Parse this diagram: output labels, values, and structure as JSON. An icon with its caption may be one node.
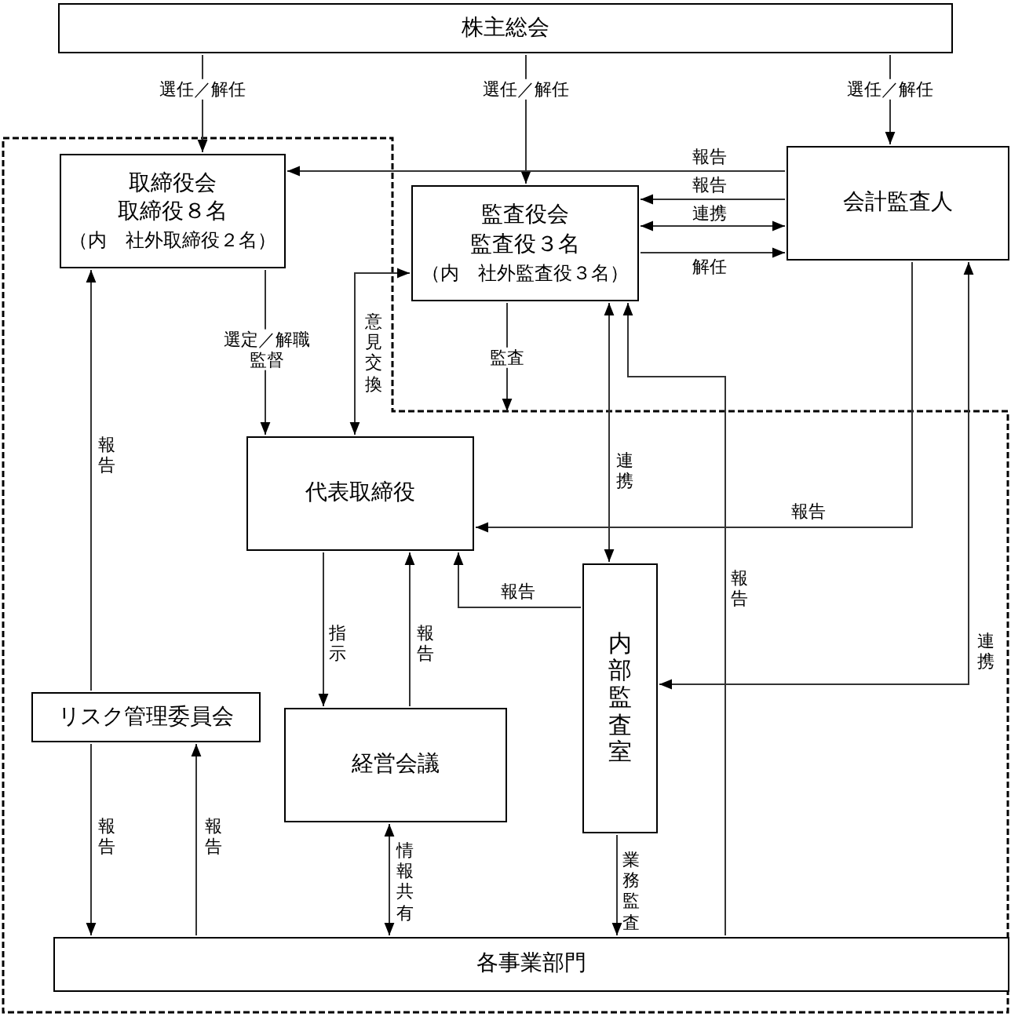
{
  "diagram": {
    "nodes": [
      {
        "text": [
          "株主総会"
        ]
      },
      {
        "text": [
          "取締役会",
          "取締役８名",
          "（内　社外取締役２名）"
        ]
      },
      {
        "text": [
          "監査役会",
          "監査役３名",
          "（内　社外監査役３名）"
        ]
      },
      {
        "text": [
          "会計監査人"
        ]
      },
      {
        "text": [
          "代表取締役"
        ]
      },
      {
        "text": [
          "内部監査室"
        ]
      },
      {
        "text": [
          "リスク管理委員会"
        ]
      },
      {
        "text": [
          "経営会議"
        ]
      },
      {
        "text": [
          "各事業部門"
        ]
      }
    ],
    "edges": [
      {
        "from": 0,
        "to": 1,
        "arrow": "to",
        "label": "選任／解任"
      },
      {
        "from": 0,
        "to": 2,
        "arrow": "to",
        "label": "選任／解任"
      },
      {
        "from": 0,
        "to": 3,
        "arrow": "to",
        "label": "選任／解任"
      },
      {
        "from": 3,
        "to": 1,
        "arrow": "to",
        "label": "報告"
      },
      {
        "from": 3,
        "to": 2,
        "arrow": "to",
        "label": "報告"
      },
      {
        "from": 2,
        "to": 3,
        "arrow": "both",
        "label": "連携"
      },
      {
        "from": 2,
        "to": 3,
        "arrow": "to",
        "label": "解任"
      },
      {
        "from": 1,
        "to": 4,
        "arrow": "to",
        "label": "選定／解職監督"
      },
      {
        "from": 4,
        "to": 2,
        "arrow": "both",
        "label": "意見交換"
      },
      {
        "from": 2,
        "to": null,
        "arrow": "to",
        "label": "監査"
      },
      {
        "from": 3,
        "to": 4,
        "arrow": "to",
        "label": "報告"
      },
      {
        "from": 5,
        "to": 2,
        "arrow": "both",
        "label": "連携"
      },
      {
        "from": 8,
        "to": 2,
        "arrow": "to",
        "label": "報告"
      },
      {
        "from": 3,
        "to": 5,
        "arrow": "both",
        "label": "連携"
      },
      {
        "from": 5,
        "to": 4,
        "arrow": "to",
        "label": "報告"
      },
      {
        "from": 4,
        "to": 7,
        "arrow": "to",
        "label": "指示"
      },
      {
        "from": 7,
        "to": 4,
        "arrow": "to",
        "label": "報告"
      },
      {
        "from": 6,
        "to": 1,
        "arrow": "to",
        "label": "報告"
      },
      {
        "from": 6,
        "to": 8,
        "arrow": "to",
        "label": "報告"
      },
      {
        "from": 8,
        "to": 6,
        "arrow": "to",
        "label": "報告"
      },
      {
        "from": 7,
        "to": 8,
        "arrow": "both",
        "label": "情報共有"
      },
      {
        "from": 5,
        "to": 8,
        "arrow": "to",
        "label": "業務監査"
      }
    ]
  }
}
